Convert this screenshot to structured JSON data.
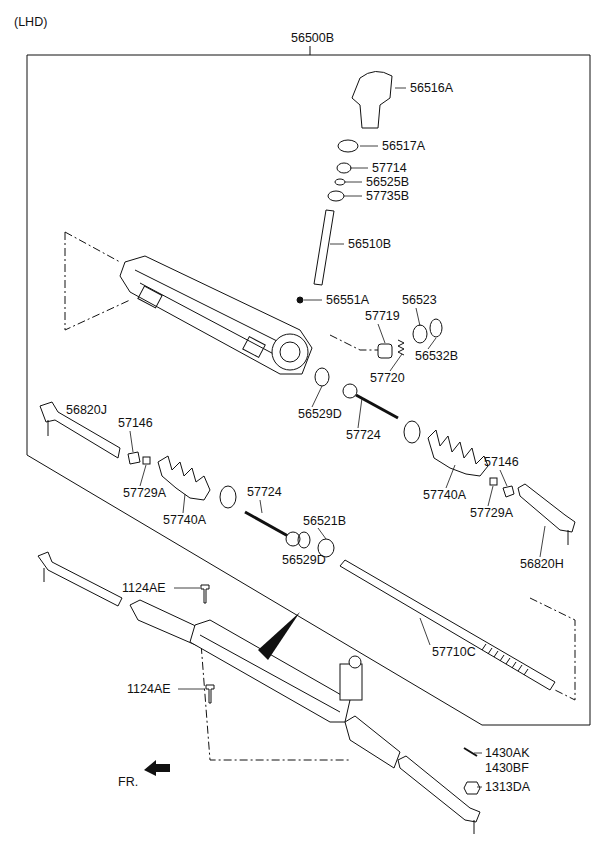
{
  "diagram": {
    "labels": [
      "(LHD)",
      "56500B",
      "56516A",
      "56517A",
      "57714",
      "56525B",
      "57735B",
      "56510B",
      "56551A",
      "56523",
      "57719",
      "56532B",
      "57720",
      "56820J",
      "57146",
      "56529D",
      "57724",
      "57729A",
      "57740A",
      "57724",
      "56521B",
      "57740A",
      "57146",
      "57729A",
      "56529D",
      "56820H",
      "1124AE",
      "57710C",
      "1124AE",
      "1430AK",
      "1430BF",
      "1313DA",
      "FR."
    ]
  }
}
